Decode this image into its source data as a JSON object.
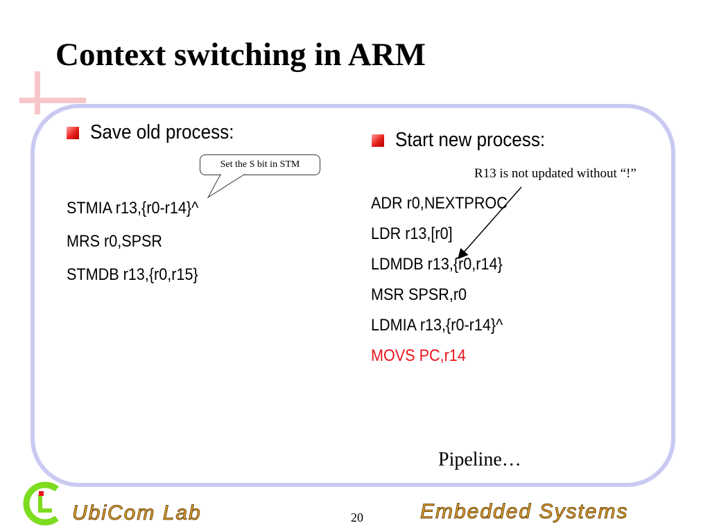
{
  "slide": {
    "title": "Context switching in ARM",
    "left": {
      "heading": "Save old process:",
      "callout": "Set the S bit in STM",
      "code": [
        "STMIA r13,{r0-r14}^",
        "MRS r0,SPSR",
        "STMDB r13,{r0,r15}"
      ]
    },
    "right": {
      "heading": "Start new process:",
      "note": "R13 is not updated without “!”",
      "code": [
        "ADR r0,NEXTPROC",
        "LDR r13,[r0]",
        "LDMDB r13,{r0,r14}",
        "MSR SPSR,r0",
        "LDMIA r13,{r0-r14}^",
        "MOVS PC,r14"
      ]
    },
    "pipeline_note": "Pipeline…"
  },
  "footer": {
    "left_text": "UbiCom Lab",
    "page_number": "20",
    "right_text": "Embedded Systems"
  },
  "colors": {
    "accent_red": "#e8131c",
    "panel_border": "#c9c9f2",
    "footer_text": "#e8a12a",
    "logo_green": "#7ddc1f"
  },
  "icons": {
    "bullet": "red-gradient-square-bullet",
    "logo": "ubicom-lab-logo",
    "decoration": "pink-crosshair"
  }
}
